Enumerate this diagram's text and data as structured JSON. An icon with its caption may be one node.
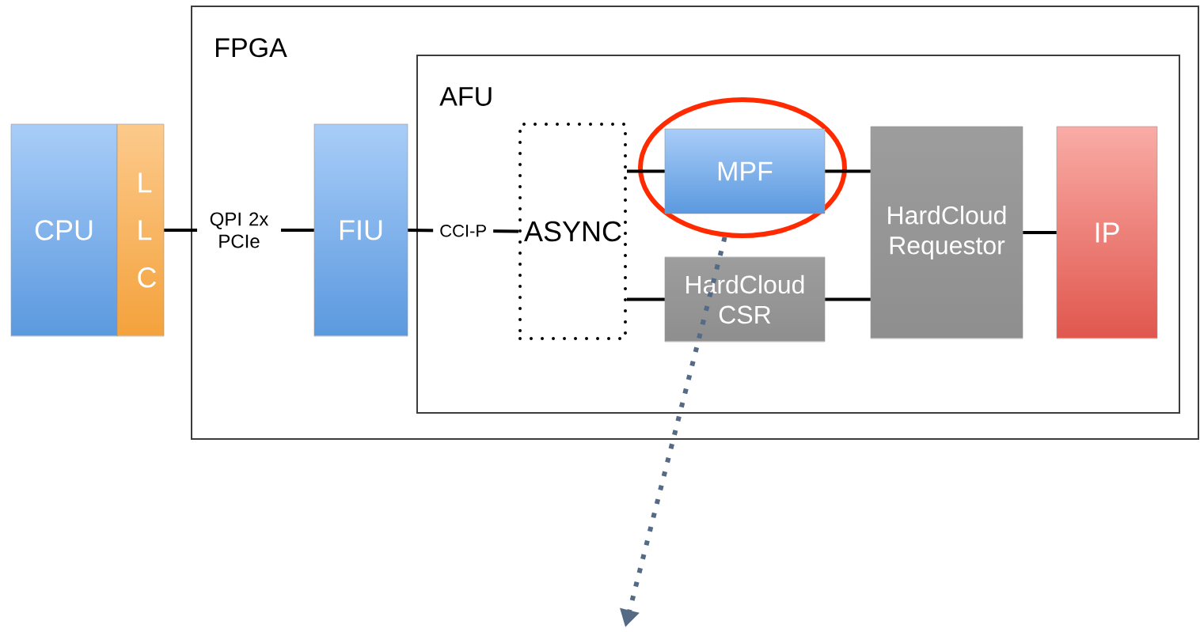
{
  "diagram": {
    "nodes": [
      {
        "text": [
          "FPGA"
        ]
      },
      {
        "text": [
          "AFU"
        ],
        "in": 0
      },
      {
        "text": [
          "CPU"
        ]
      },
      {
        "text": [
          "L L C"
        ]
      },
      {
        "text": [
          "FIU"
        ],
        "in": 0
      },
      {
        "text": [
          "ASYNC"
        ],
        "in": 1
      },
      {
        "text": [],
        "shape": "ellipse",
        "in": 1
      },
      {
        "text": [
          "MPF"
        ],
        "in": 6
      },
      {
        "text": [
          "HardCloud CSR"
        ],
        "in": 1
      },
      {
        "text": [
          "HardCloud Requestor"
        ],
        "in": 1
      },
      {
        "text": [
          "IP"
        ],
        "in": 1
      }
    ],
    "edges": [
      {
        "from": 3,
        "to": 4,
        "arrow": "none",
        "label": "QPI 2x PCIe"
      },
      {
        "from": 4,
        "to": 5,
        "arrow": "none",
        "label": "CCI-P"
      },
      {
        "from": 5,
        "to": 7,
        "arrow": "none"
      },
      {
        "from": 5,
        "to": 8,
        "arrow": "none"
      },
      {
        "from": 7,
        "to": 9,
        "arrow": "none"
      },
      {
        "from": 8,
        "to": 9,
        "arrow": "none"
      },
      {
        "from": 9,
        "to": 10,
        "arrow": "none"
      },
      {
        "from": 6,
        "to": null,
        "arrow": "to",
        "style": "dashed",
        "color": "#546a85"
      }
    ]
  }
}
